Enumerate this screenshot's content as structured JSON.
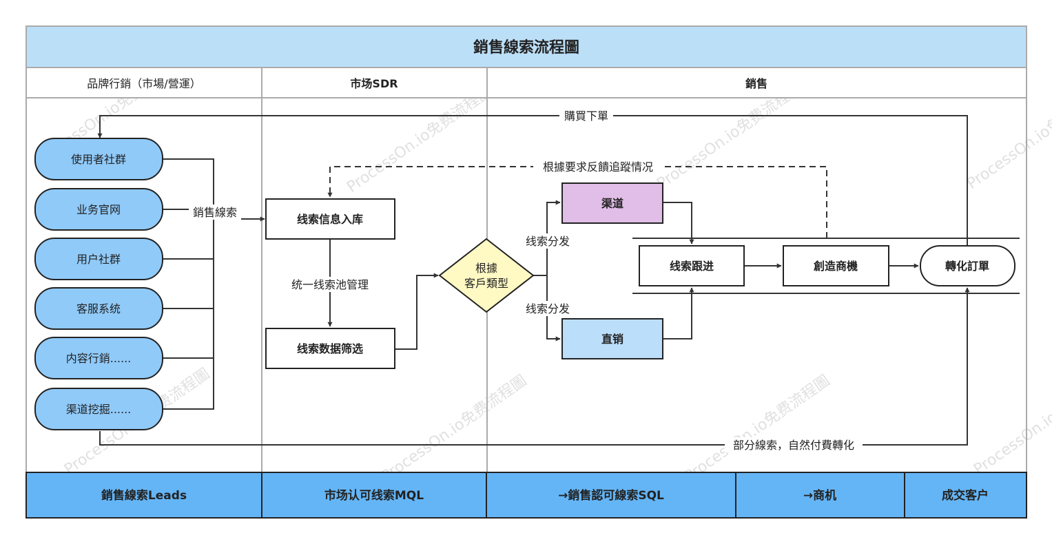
{
  "title": "銷售線索流程圖",
  "lanes": [
    "品牌行銷（市場/營運）",
    "市场SDR",
    "銷售"
  ],
  "sources": [
    "使用者社群",
    "业务官网",
    "用户社群",
    "客服系统",
    "内容行銷......",
    "渠道挖掘......"
  ],
  "sdr": {
    "intake": "线索信息入库",
    "pool_label": "统一线索池管理",
    "filter": "线索数据筛选"
  },
  "decision": {
    "line1": "根據",
    "line2": "客戶類型"
  },
  "channels": {
    "channel": "渠道",
    "direct": "直销",
    "split_label": "线索分发"
  },
  "pipeline": {
    "follow": "线索跟进",
    "opportunity": "創造商機",
    "convert": "轉化訂單"
  },
  "edge_labels": {
    "leads": "銷售線索",
    "purchase": "購買下單",
    "feedback": "根據要求反饋追蹤情况",
    "organic": "部分線索，自然付費轉化"
  },
  "stages": [
    "銷售線索Leads",
    "市场认可线索MQL",
    "→銷售認可線索SQL",
    "→商机",
    "成交客户"
  ],
  "watermarks": [
    "ProcessOn.io免费流程圖"
  ],
  "colors": {
    "title_bg": "#bcdff8",
    "source_fill": "#90caf9",
    "channel_fill": "#e1bee7",
    "direct_fill": "#bbdefb",
    "decision_fill": "#fff9c4",
    "stage_fill": "#64b5f6",
    "border": "#222222",
    "lane_border": "#aaaaaa"
  }
}
